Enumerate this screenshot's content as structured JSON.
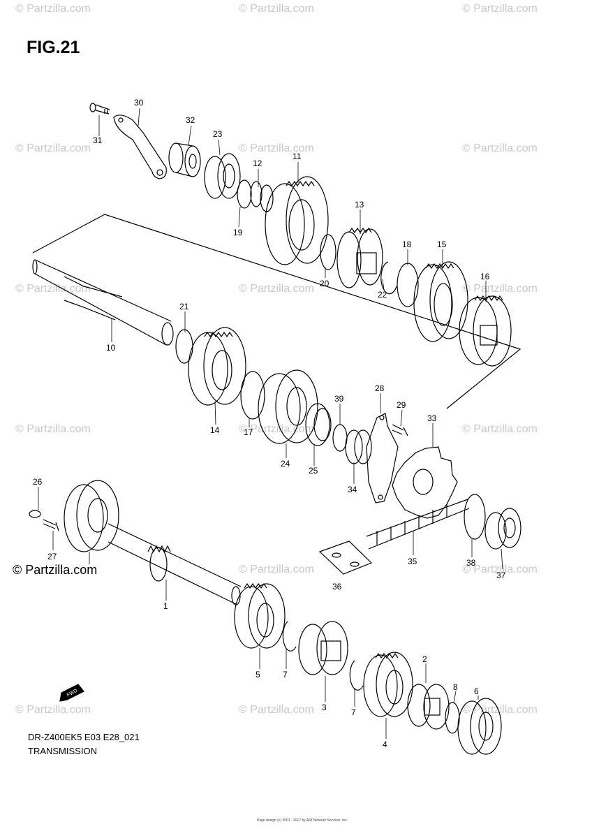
{
  "figure": {
    "title": "FIG.21"
  },
  "watermark": {
    "text": "© Partzilla.com"
  },
  "logo": {
    "text": "© Partzilla.com"
  },
  "footer": {
    "model_code": "DR-Z400EK5 E03 E28_021",
    "section": "TRANSMISSION",
    "small_print": "Page design (c) 2001 - 2017 by ARI Network Services, Inc."
  },
  "fwd_label": "FWD",
  "callouts": [
    "1",
    "2",
    "3",
    "4",
    "5",
    "6",
    "7",
    "7",
    "8",
    "10",
    "11",
    "12",
    "13",
    "14",
    "15",
    "16",
    "17",
    "18",
    "19",
    "20",
    "21",
    "22",
    "23",
    "24",
    "25",
    "26",
    "27",
    "28",
    "29",
    "30",
    "31",
    "32",
    "33",
    "34",
    "35",
    "36",
    "37",
    "38",
    "39"
  ]
}
